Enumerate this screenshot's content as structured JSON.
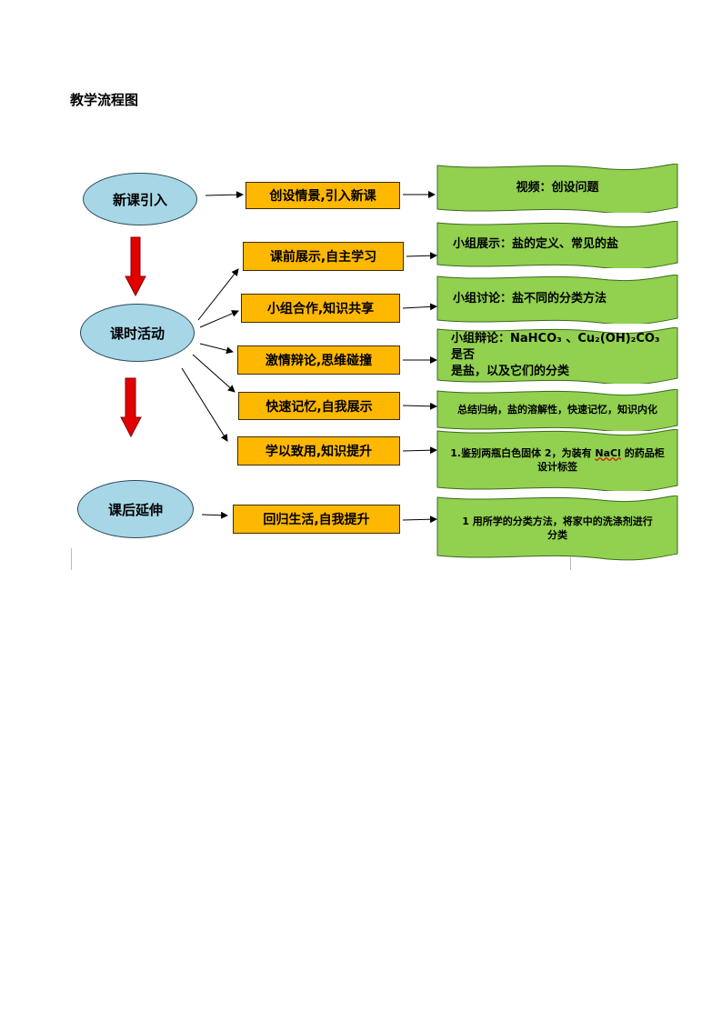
{
  "title": "教学流程图",
  "stages": [
    {
      "label": "新课引入"
    },
    {
      "label": "课时活动"
    },
    {
      "label": "课后延伸"
    }
  ],
  "steps": [
    {
      "label": "创设情景,引入新课"
    },
    {
      "label": "课前展示,自主学习"
    },
    {
      "label": "小组合作,知识共享"
    },
    {
      "label": "激情辩论,思维碰撞"
    },
    {
      "label": "快速记忆,自我展示"
    },
    {
      "label": "学以致用,知识提升"
    },
    {
      "label": "回归生活,自我提升"
    }
  ],
  "outcomes": [
    {
      "text": "视频：创设问题"
    },
    {
      "text": "小组展示：盐的定义、常见的盐"
    },
    {
      "text": "小组讨论：盐不同的分类方法"
    },
    {
      "text_a": "小组辩论：NaHCO₃ 、Cu₂(OH)₂CO₃ 是否",
      "text_b": "是盐，以及它们的分类"
    },
    {
      "text": "总结归纳，盐的溶解性，快速记忆，知识内化"
    },
    {
      "text_a": "1.鉴别两瓶白色固体 2，为装有 ",
      "text_hl": "NaCl",
      "text_c": " 的药品柜",
      "text_d": "设计标签"
    },
    {
      "text_a": "1 用所学的分类方法，将家中的洗涤剂进行",
      "text_b": "分类"
    }
  ],
  "colors": {
    "stage_fill": "#a7d7e6",
    "step_fill": "#ffb800",
    "outcome_fill": "#92d050",
    "stage_arrow": "#e00000"
  }
}
